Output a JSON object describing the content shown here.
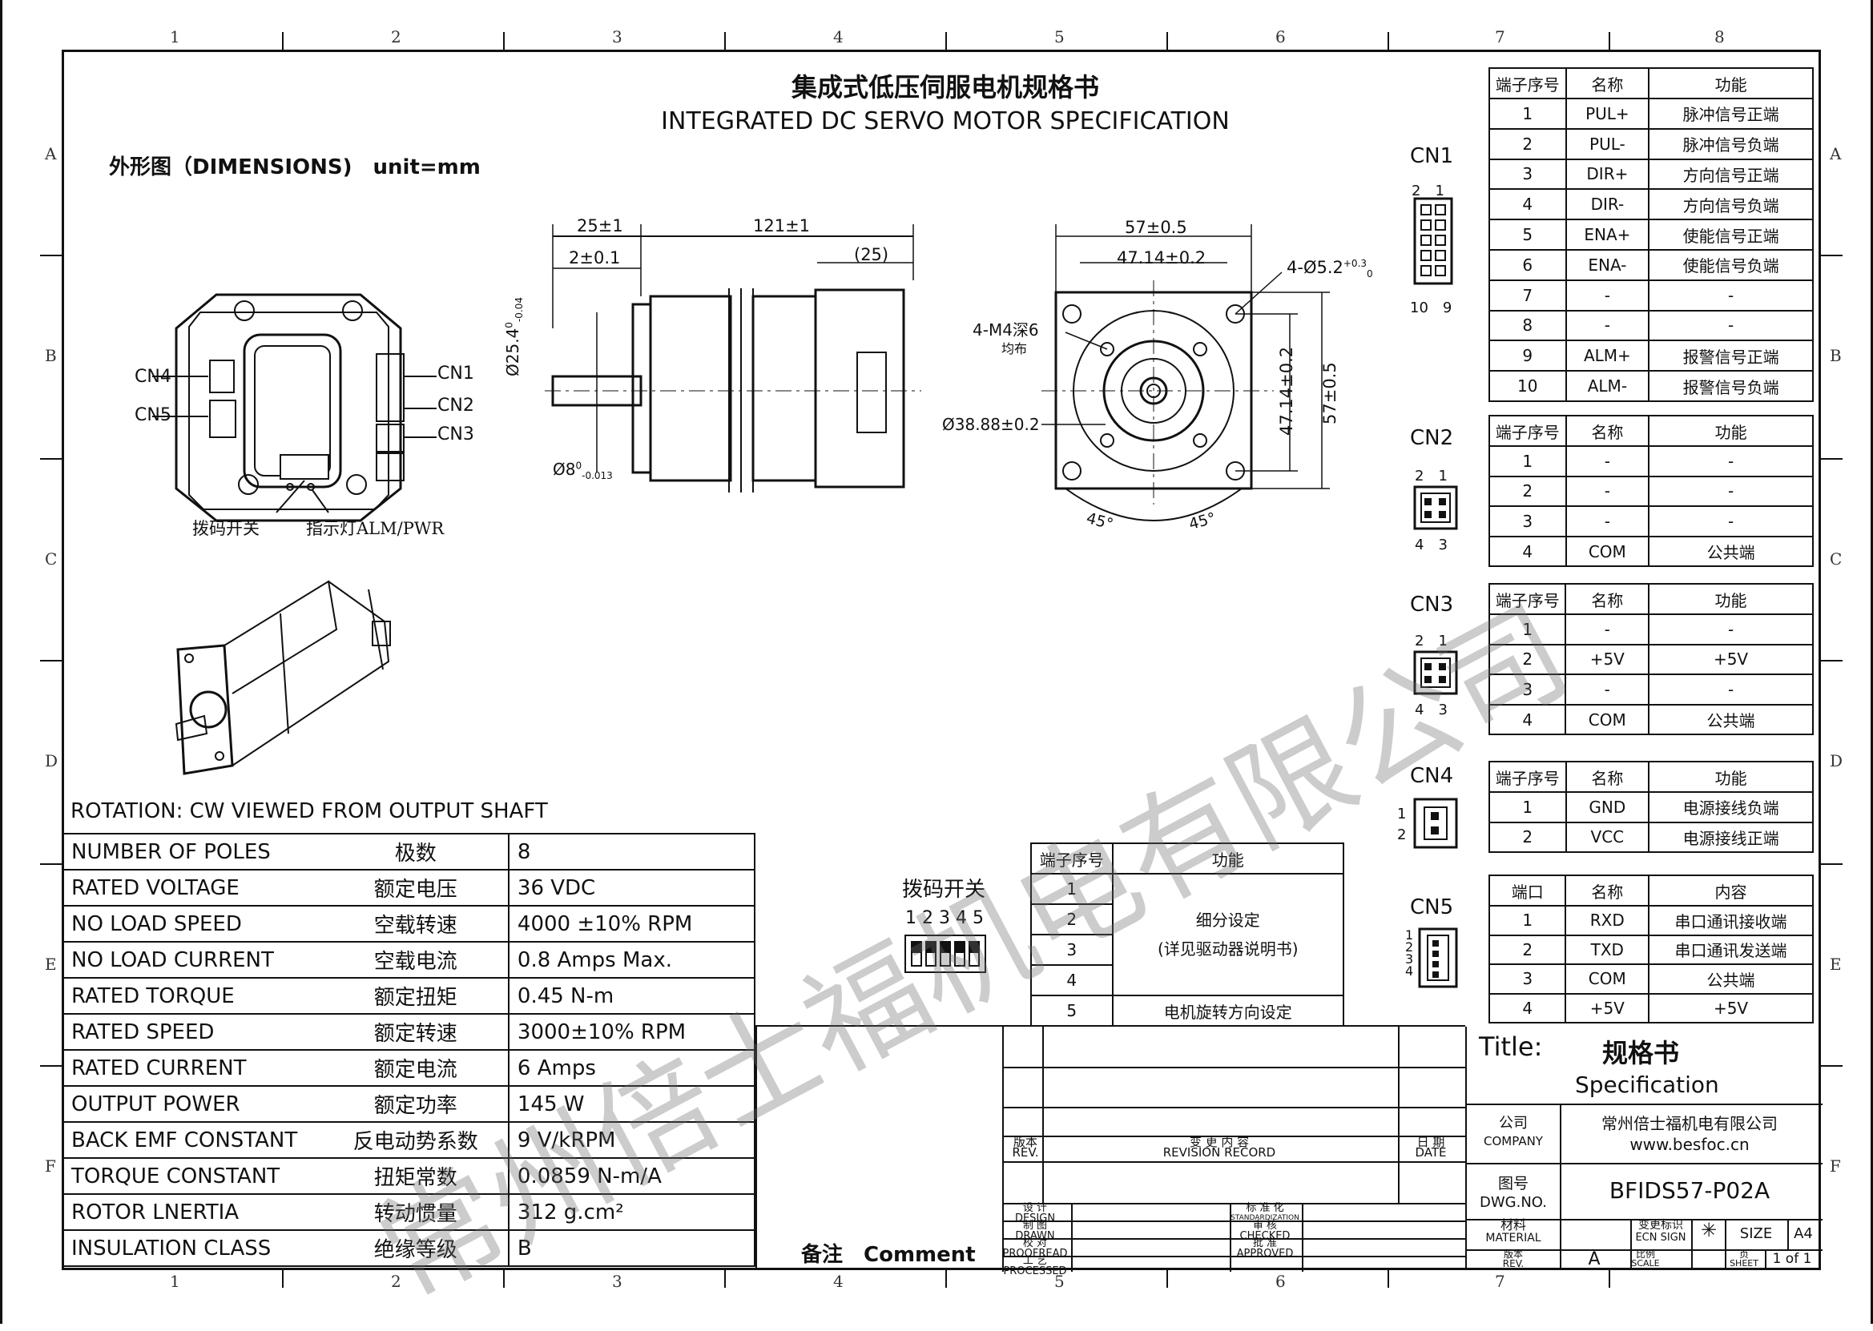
{
  "title": {
    "cn": "集成式低压伺服电机规格书",
    "en": "INTEGRATED DC SERVO MOTOR SPECIFICATION"
  },
  "zones": {
    "cols": [
      "1",
      "2",
      "3",
      "4",
      "5",
      "6",
      "7",
      "8"
    ],
    "rows": [
      "A",
      "B",
      "C",
      "D",
      "E",
      "F"
    ]
  },
  "dimensions_label": "外形图（DIMENSIONS)　unit=mm",
  "front_view": {
    "cn_labels": [
      "CN1",
      "CN2",
      "CN3",
      "CN4",
      "CN5"
    ],
    "dip_label": "拨码开关",
    "led_label": "指示灯ALM/PWR"
  },
  "side_view": {
    "dim_total": "121±1",
    "dim_shaft": "25±1",
    "dim_flange": "2±0.1",
    "dim_end": "(25)",
    "dim_pilot": "Ø25.4",
    "dim_pilot_tol_top": "0",
    "dim_pilot_tol_bottom": "-0.04",
    "dim_shaft_dia": "Ø8",
    "dim_shaft_tol_top": "0",
    "dim_shaft_tol_bottom": "-0.013"
  },
  "flange_view": {
    "dim_width": "57±0.5",
    "dim_holes": "47.14±0.2",
    "dim_hole_dia": "4-Ø5.2",
    "dim_hole_dia_tol_top": "+0.3",
    "dim_hole_dia_tol_bottom": "0",
    "dim_tap": "4-M4深6",
    "dim_tap_sub": "均布",
    "dim_circle": "Ø38.88±0.2",
    "dim_height": "57±0.5",
    "dim_height_holes": "47.14±0.2",
    "angle_1": "45°",
    "angle_2": "45°"
  },
  "rotation": "ROTATION: CW VIEWED FROM OUTPUT SHAFT",
  "specs": [
    {
      "en": "NUMBER OF POLES",
      "cn": "极数",
      "val": "8"
    },
    {
      "en": "RATED VOLTAGE",
      "cn": "额定电压",
      "val": "36 VDC"
    },
    {
      "en": "NO LOAD SPEED",
      "cn": "空载转速",
      "val": "4000 ±10% RPM"
    },
    {
      "en": "NO LOAD CURRENT",
      "cn": "空载电流",
      "val": "0.8 Amps Max."
    },
    {
      "en": "RATED TORQUE",
      "cn": "额定扭矩",
      "val": "0.45 N-m"
    },
    {
      "en": "RATED SPEED",
      "cn": "额定转速",
      "val": "3000±10% RPM"
    },
    {
      "en": "RATED CURRENT",
      "cn": "额定电流",
      "val": "6 Amps"
    },
    {
      "en": "OUTPUT POWER",
      "cn": "额定功率",
      "val": "145 W"
    },
    {
      "en": "BACK EMF CONSTANT",
      "cn": "反电动势系数",
      "val": "9 V/kRPM"
    },
    {
      "en": "TORQUE CONSTANT",
      "cn": "扭矩常数",
      "val": "0.0859 N-m/A"
    },
    {
      "en": "ROTOR LNERTIA",
      "cn": "转动惯量",
      "val": "312 g.cm²"
    },
    {
      "en": "INSULATION CLASS",
      "cn": "绝缘等级",
      "val": "B"
    }
  ],
  "dip": {
    "label": "拨码开关",
    "numbers": "1 2 3 4 5",
    "header": [
      "端子序号",
      "功能"
    ],
    "rows": [
      "1",
      "2",
      "3",
      "4",
      "5"
    ],
    "func_main": "细分设定",
    "func_sub": "(详见驱动器说明书)",
    "func_5": "电机旋转方向设定"
  },
  "cn_tables": [
    {
      "name": "CN1",
      "pin_top": "2　1",
      "pin_bottom": "10　9",
      "header": [
        "端子序号",
        "名称",
        "功能"
      ],
      "rows": [
        [
          "1",
          "PUL+",
          "脉冲信号正端"
        ],
        [
          "2",
          "PUL-",
          "脉冲信号负端"
        ],
        [
          "3",
          "DIR+",
          "方向信号正端"
        ],
        [
          "4",
          "DIR-",
          "方向信号负端"
        ],
        [
          "5",
          "ENA+",
          "使能信号正端"
        ],
        [
          "6",
          "ENA-",
          "使能信号负端"
        ],
        [
          "7",
          "-",
          "-"
        ],
        [
          "8",
          "-",
          "-"
        ],
        [
          "9",
          "ALM+",
          "报警信号正端"
        ],
        [
          "10",
          "ALM-",
          "报警信号负端"
        ]
      ]
    },
    {
      "name": "CN2",
      "pin_top": "2　1",
      "pin_bottom": "4　3",
      "header": [
        "端子序号",
        "名称",
        "功能"
      ],
      "rows": [
        [
          "1",
          "-",
          "-"
        ],
        [
          "2",
          "-",
          "-"
        ],
        [
          "3",
          "-",
          "-"
        ],
        [
          "4",
          "COM",
          "公共端"
        ]
      ]
    },
    {
      "name": "CN3",
      "pin_top": "2　1",
      "pin_bottom": "4　3",
      "header": [
        "端子序号",
        "名称",
        "功能"
      ],
      "rows": [
        [
          "1",
          "-",
          "-"
        ],
        [
          "2",
          "+5V",
          "+5V"
        ],
        [
          "3",
          "-",
          "-"
        ],
        [
          "4",
          "COM",
          "公共端"
        ]
      ]
    },
    {
      "name": "CN4",
      "pin_top": "1",
      "pin_bottom": "2",
      "header": [
        "端子序号",
        "名称",
        "功能"
      ],
      "rows": [
        [
          "1",
          "GND",
          "电源接线负端"
        ],
        [
          "2",
          "VCC",
          "电源接线正端"
        ]
      ]
    },
    {
      "name": "CN5",
      "pin_top": "1 2 3 4",
      "pin_bottom": "",
      "header": [
        "端口",
        "名称",
        "内容"
      ],
      "rows": [
        [
          "1",
          "RXD",
          "串口通讯接收端"
        ],
        [
          "2",
          "TXD",
          "串口通讯发送端"
        ],
        [
          "3",
          "COM",
          "公共端"
        ],
        [
          "4",
          "+5V",
          "+5V"
        ]
      ]
    }
  ],
  "comment": "备注　Comment",
  "revision": {
    "rev_cn": "版本",
    "rev_en": "REV.",
    "record_cn": "变 更 内 容",
    "record_en": "REVISION RECORD",
    "date_cn": "日 期",
    "date_en": "DATE",
    "design_cn": "设 计",
    "design_en": "DESIGN",
    "drawn_cn": "制 图",
    "drawn_en": "DRAWN",
    "proof_cn": "校 对",
    "proof_en": "PROOFREAD",
    "proc_cn": "工 艺",
    "proc_en": "PROCESSED",
    "std_cn": "标 准 化",
    "std_en": "STANDARDIZATION",
    "check_cn": "审 核",
    "check_en": "CHECKED",
    "appr_cn": "批 准",
    "appr_en": "APPROVED"
  },
  "title_block": {
    "title_label": "Title:",
    "title_cn": "规格书",
    "title_en": "Specification",
    "company_cn": "公司",
    "company_en": "COMPANY",
    "company_name": "常州倍士福机电有限公司",
    "company_url": "www.besfoc.cn",
    "dwg_cn": "图号",
    "dwg_en": "DWG.NO.",
    "dwg_no": "BFIDS57-P02A",
    "material_cn": "材料",
    "material_en": "MATERIAL",
    "ecn_cn": "变更标识",
    "ecn_en": "ECN SIGN",
    "ecn_mark": "✳",
    "size_label": "SIZE",
    "size_val": "A4",
    "rev_cn": "版本",
    "rev_en": "REV.",
    "rev_val": "A",
    "scale_cn": "比例",
    "scale_en": "SCALE",
    "sheet_cn": "页",
    "sheet_en": "SHEET",
    "sheet_val": "1 of 1"
  },
  "watermark": "常州倍士福机电有限公司"
}
